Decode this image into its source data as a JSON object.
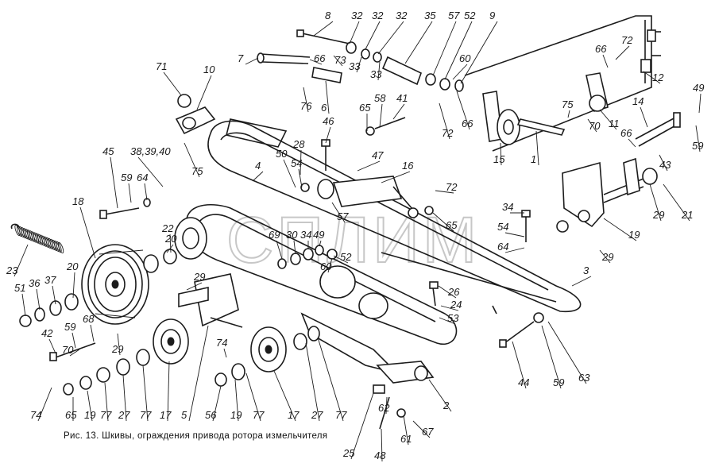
{
  "caption": "Рис. 13. Шкивы, ограждения привода ротора измельчителя",
  "watermark": "СПЛИМ",
  "callouts": [
    {
      "id": "8",
      "t": "8"
    },
    {
      "id": "32a",
      "t": "32"
    },
    {
      "id": "32b",
      "t": "32"
    },
    {
      "id": "32c",
      "t": "32"
    },
    {
      "id": "35",
      "t": "35"
    },
    {
      "id": "57a",
      "t": "57"
    },
    {
      "id": "52a",
      "t": "52"
    },
    {
      "id": "9",
      "t": "9"
    },
    {
      "id": "7",
      "t": "7"
    },
    {
      "id": "66a",
      "t": "66"
    },
    {
      "id": "73",
      "t": "73"
    },
    {
      "id": "33a",
      "t": "33"
    },
    {
      "id": "33b",
      "t": "33"
    },
    {
      "id": "60a",
      "t": "60"
    },
    {
      "id": "66b",
      "t": "66"
    },
    {
      "id": "72a",
      "t": "72"
    },
    {
      "id": "12",
      "t": "12"
    },
    {
      "id": "71",
      "t": "71"
    },
    {
      "id": "10",
      "t": "10"
    },
    {
      "id": "76",
      "t": "76"
    },
    {
      "id": "6",
      "t": "6"
    },
    {
      "id": "65a",
      "t": "65"
    },
    {
      "id": "58",
      "t": "58"
    },
    {
      "id": "41",
      "t": "41"
    },
    {
      "id": "72b",
      "t": "72"
    },
    {
      "id": "66c",
      "t": "66"
    },
    {
      "id": "75a",
      "t": "75"
    },
    {
      "id": "70a",
      "t": "70"
    },
    {
      "id": "11",
      "t": "11"
    },
    {
      "id": "14",
      "t": "14"
    },
    {
      "id": "49a",
      "t": "49"
    },
    {
      "id": "46",
      "t": "46"
    },
    {
      "id": "15",
      "t": "15"
    },
    {
      "id": "1",
      "t": "1"
    },
    {
      "id": "66d",
      "t": "66"
    },
    {
      "id": "59a",
      "t": "59"
    },
    {
      "id": "28",
      "t": "28"
    },
    {
      "id": "47",
      "t": "47"
    },
    {
      "id": "43",
      "t": "43"
    },
    {
      "id": "45",
      "t": "45"
    },
    {
      "id": "38",
      "t": "38,39,40"
    },
    {
      "id": "50",
      "t": "50"
    },
    {
      "id": "54a",
      "t": "54"
    },
    {
      "id": "4",
      "t": "4"
    },
    {
      "id": "16",
      "t": "16"
    },
    {
      "id": "72c",
      "t": "72"
    },
    {
      "id": "75b",
      "t": "75"
    },
    {
      "id": "59b",
      "t": "59"
    },
    {
      "id": "64a",
      "t": "64"
    },
    {
      "id": "18",
      "t": "18"
    },
    {
      "id": "57b",
      "t": "57"
    },
    {
      "id": "65b",
      "t": "65"
    },
    {
      "id": "29a",
      "t": "29"
    },
    {
      "id": "21",
      "t": "21"
    },
    {
      "id": "34a",
      "t": "34"
    },
    {
      "id": "54b",
      "t": "54"
    },
    {
      "id": "64b",
      "t": "64"
    },
    {
      "id": "19a",
      "t": "19"
    },
    {
      "id": "23",
      "t": "23"
    },
    {
      "id": "20a",
      "t": "20"
    },
    {
      "id": "22",
      "t": "22"
    },
    {
      "id": "69",
      "t": "69"
    },
    {
      "id": "30",
      "t": "30"
    },
    {
      "id": "34b",
      "t": "34"
    },
    {
      "id": "49b",
      "t": "49"
    },
    {
      "id": "60b",
      "t": "60"
    },
    {
      "id": "52b",
      "t": "52"
    },
    {
      "id": "29b",
      "t": "29"
    },
    {
      "id": "3",
      "t": "3"
    },
    {
      "id": "20b",
      "t": "20"
    },
    {
      "id": "51",
      "t": "51"
    },
    {
      "id": "36",
      "t": "36"
    },
    {
      "id": "37",
      "t": "37"
    },
    {
      "id": "29c",
      "t": "29"
    },
    {
      "id": "26",
      "t": "26"
    },
    {
      "id": "24",
      "t": "24"
    },
    {
      "id": "53",
      "t": "53"
    },
    {
      "id": "42",
      "t": "42"
    },
    {
      "id": "59c",
      "t": "59"
    },
    {
      "id": "68",
      "t": "68"
    },
    {
      "id": "29d",
      "t": "29"
    },
    {
      "id": "70b",
      "t": "70"
    },
    {
      "id": "74a",
      "t": "74"
    },
    {
      "id": "44",
      "t": "44"
    },
    {
      "id": "59d",
      "t": "59"
    },
    {
      "id": "63",
      "t": "63"
    },
    {
      "id": "74b",
      "t": "74"
    },
    {
      "id": "65c",
      "t": "65"
    },
    {
      "id": "19b",
      "t": "19"
    },
    {
      "id": "77a",
      "t": "77"
    },
    {
      "id": "27a",
      "t": "27"
    },
    {
      "id": "77b",
      "t": "77"
    },
    {
      "id": "17a",
      "t": "17"
    },
    {
      "id": "5",
      "t": "5"
    },
    {
      "id": "56",
      "t": "56"
    },
    {
      "id": "19c",
      "t": "19"
    },
    {
      "id": "77c",
      "t": "77"
    },
    {
      "id": "17b",
      "t": "17"
    },
    {
      "id": "27b",
      "t": "27"
    },
    {
      "id": "77d",
      "t": "77"
    },
    {
      "id": "2",
      "t": "2"
    },
    {
      "id": "62",
      "t": "62"
    },
    {
      "id": "61",
      "t": "61"
    },
    {
      "id": "67",
      "t": "67"
    },
    {
      "id": "25",
      "t": "25"
    },
    {
      "id": "48",
      "t": "48"
    }
  ]
}
